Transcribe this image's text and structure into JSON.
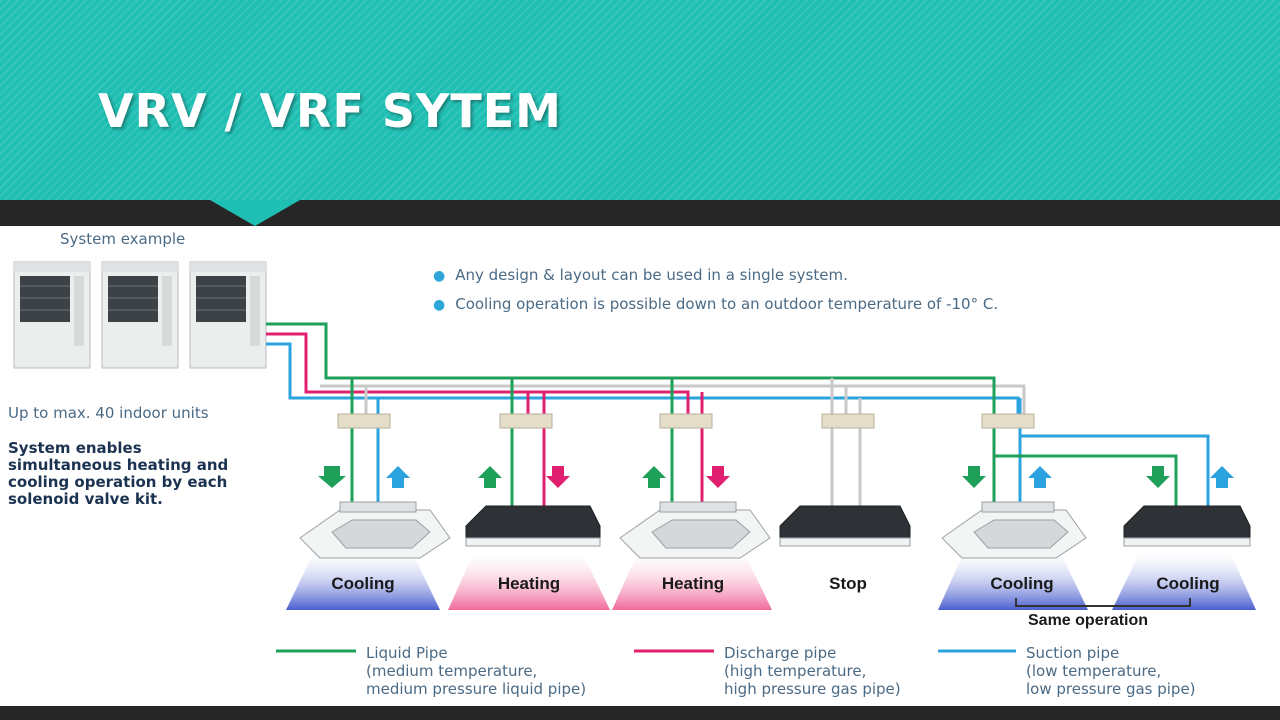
{
  "slide": {
    "title": "VRV / VRF SYTEM"
  },
  "diagram": {
    "system_example_label": "System example",
    "up_to_label": "Up to max. 40 indoor units",
    "enables_text": "System enables\nsimultaneous heating and\ncooling operation by each\nsolenoid valve kit.",
    "bullets": [
      "Any design & layout can be used in a single system.",
      "Cooling operation is possible down to an outdoor temperature of -10° C."
    ],
    "modes": [
      "Cooling",
      "Heating",
      "Heating",
      "Stop",
      "Cooling",
      "Cooling"
    ],
    "same_operation": "Same operation",
    "legend": [
      {
        "title": "Liquid Pipe",
        "desc": "(medium temperature,\nmedium pressure liquid pipe)",
        "color": "#1fa05a"
      },
      {
        "title": "Discharge pipe",
        "desc": "(high temperature,\nhigh pressure gas pipe)",
        "color": "#e0206f"
      },
      {
        "title": "Suction pipe",
        "desc": "(low temperature,\nlow pressure gas pipe)",
        "color": "#2aa3df"
      }
    ],
    "colors": {
      "header": "#1fbfb3",
      "liquid": "#1fa05a",
      "discharge": "#e0206f",
      "suction": "#2aa3df",
      "gray_pipe": "#c8c8c8",
      "cooling_glow": "#5d6fd0",
      "heating_glow": "#f27aa6"
    }
  }
}
